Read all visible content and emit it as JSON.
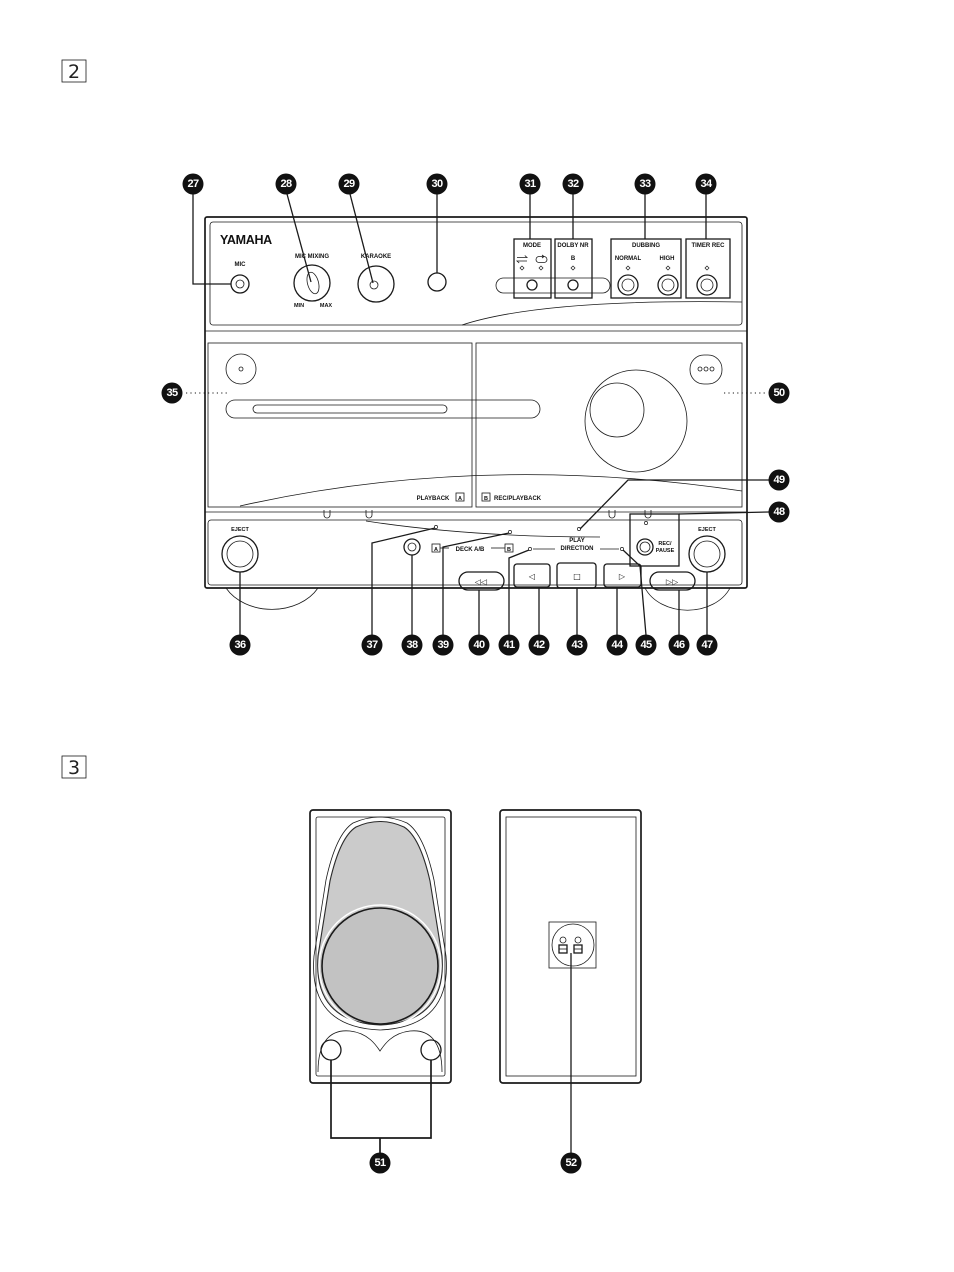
{
  "sections": {
    "front_panel": "2",
    "speakers": "3"
  },
  "callouts": {
    "n27": "27",
    "n28": "28",
    "n29": "29",
    "n30": "30",
    "n31": "31",
    "n32": "32",
    "n33": "33",
    "n34": "34",
    "n35": "35",
    "n36": "36",
    "n37": "37",
    "n38": "38",
    "n39": "39",
    "n40": "40",
    "n41": "41",
    "n42": "42",
    "n43": "43",
    "n44": "44",
    "n45": "45",
    "n46": "46",
    "n47": "47",
    "n48": "48",
    "n49": "49",
    "n50": "50",
    "n51": "51",
    "n52": "52"
  },
  "front_panel": {
    "brand": "YAMAHA",
    "mic": "MIC",
    "mic_mixing": "MIC MIXING",
    "mic_mixing_min": "MIN",
    "mic_mixing_max": "MAX",
    "karaoke": "KARAOKE",
    "mode": "MODE",
    "dolby_nr": "DOLBY NR",
    "dolby_nr_b": "B",
    "dubbing": "DUBBING",
    "dubbing_normal": "NORMAL",
    "dubbing_high": "HIGH",
    "timer_rec": "TIMER REC",
    "playback": "PLAYBACK",
    "playback_deck": "A",
    "rec_playback_deck": "B",
    "rec_playback": "REC/PLAYBACK",
    "eject_left": "EJECT",
    "eject_right": "EJECT",
    "deck_ab": "DECK A/B",
    "deck_ab_a": "A",
    "deck_ab_b": "B",
    "play_direction_line1": "PLAY",
    "play_direction_line2": "DIRECTION",
    "rec_pause_line1": "REC/",
    "rec_pause_line2": "PAUSE",
    "transport": {
      "rewind": "◁◁",
      "reverse_play": "◁",
      "stop": "□",
      "play": "▷",
      "fast_forward": "▷▷"
    }
  },
  "colors": {
    "ink": "#1a1a1a",
    "speaker_cone": "#cbcbcb"
  }
}
